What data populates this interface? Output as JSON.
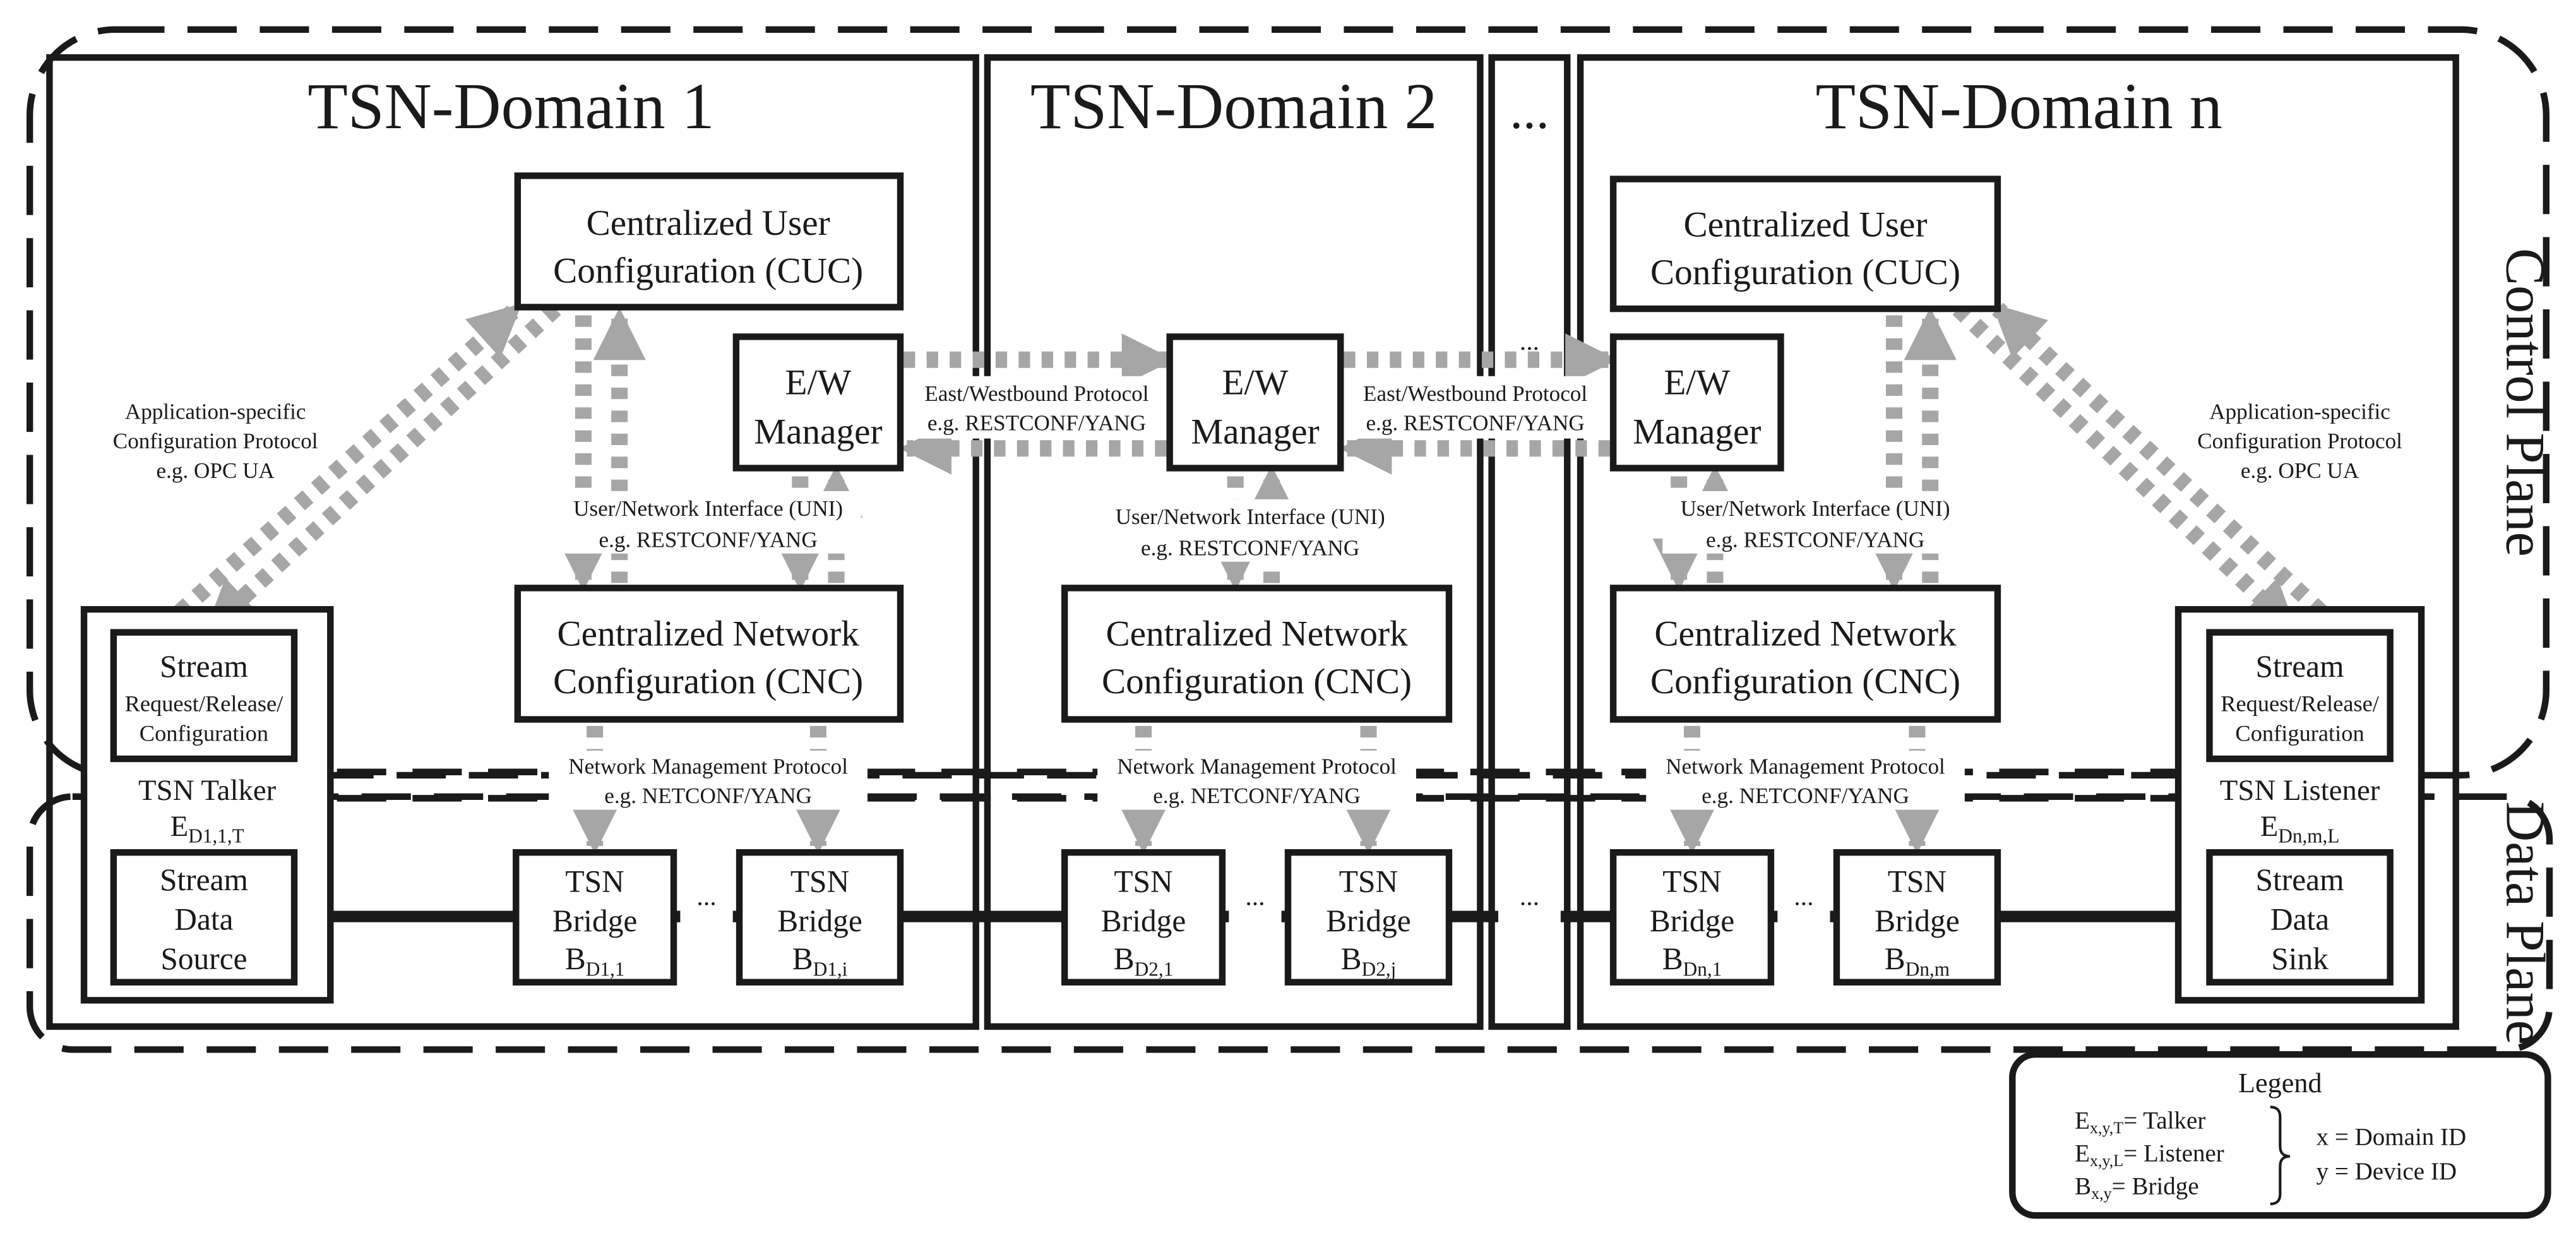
{
  "domains": {
    "d1": {
      "title": "TSN-Domain 1"
    },
    "d2": {
      "title": "TSN-Domain 2"
    },
    "dn": {
      "title": "TSN-Domain n"
    },
    "gap": "..."
  },
  "planes": {
    "control": "Control Plane",
    "data": "Data Plane"
  },
  "cuc": {
    "line1": "Centralized User",
    "line2": "Configuration (CUC)"
  },
  "cnc": {
    "line1": "Centralized Network",
    "line2": "Configuration (CNC)"
  },
  "ew": {
    "line1": "E/W",
    "line2": "Manager"
  },
  "app_protocol": {
    "line1": "Application-specific",
    "line2": "Configuration Protocol",
    "line3": "e.g. OPC UA"
  },
  "uni_protocol": {
    "line1": "User/Network Interface (UNI)",
    "line2": "e.g. RESTCONF/YANG"
  },
  "ew_protocol": {
    "line1": "East/Westbound Protocol",
    "line2": "e.g. RESTCONF/YANG"
  },
  "nm_protocol": {
    "line1": "Network Management Protocol",
    "line2": "e.g. NETCONF/YANG"
  },
  "stream_request": {
    "line1": "Stream",
    "line2": "Request/Release/",
    "line3": "Configuration"
  },
  "talker": {
    "label": "TSN Talker",
    "id_main": "E",
    "id_sub": "D1,1,T"
  },
  "listener": {
    "label": "TSN Listener",
    "id_main": "E",
    "id_sub": "Dn,m,L"
  },
  "source": {
    "line1": "Stream",
    "line2": "Data",
    "line3": "Source"
  },
  "sink": {
    "line1": "Stream",
    "line2": "Data",
    "line3": "Sink"
  },
  "bridge": {
    "line1": "TSN",
    "line2": "Bridge",
    "main": "B"
  },
  "bridges": {
    "d1_1": {
      "sub": "D1,1"
    },
    "d1_i": {
      "sub": "D1,i"
    },
    "d2_1": {
      "sub": "D2,1"
    },
    "d2_j": {
      "sub": "D2,j"
    },
    "dn_1": {
      "sub": "Dn,1"
    },
    "dn_m": {
      "sub": "Dn,m"
    }
  },
  "ellipsis": "...",
  "legend": {
    "title": "Legend",
    "e_main": "E",
    "talker_sub": "x,y,T",
    "talker_desc": "=  Talker",
    "listener_sub": "x,y,L",
    "listener_desc": "=  Listener",
    "b_main": "B",
    "bridge_sub": "x,y",
    "bridge_desc": "=  Bridge",
    "domain_id": "x = Domain ID",
    "device_id": "y = Device ID"
  },
  "colors": {
    "line": "#1a1a1a",
    "protocol_arrow": "#a6a6a6",
    "background": "#ffffff"
  }
}
